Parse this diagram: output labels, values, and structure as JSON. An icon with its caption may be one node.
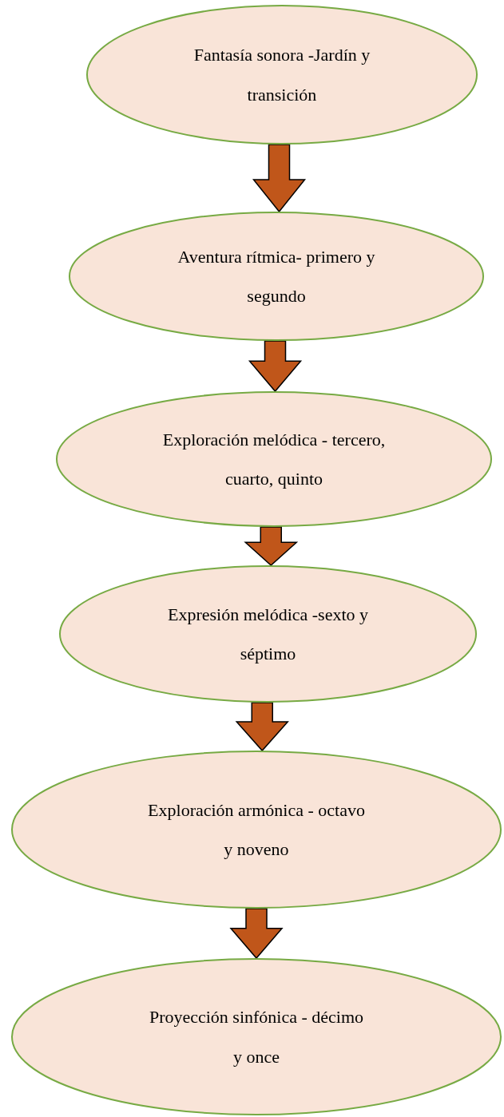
{
  "diagram": {
    "nodes": [
      {
        "text": [
          "Fantasía sonora -Jardín y transición"
        ]
      },
      {
        "text": [
          "Aventura rítmica- primero y segundo"
        ]
      },
      {
        "text": [
          "Exploración melódica - tercero, cuarto, quinto"
        ]
      },
      {
        "text": [
          "Expresión melódica -sexto y séptimo"
        ]
      },
      {
        "text": [
          "Exploración armónica - octavo y noveno"
        ]
      },
      {
        "text": [
          "Proyección sinfónica - décimo y once"
        ]
      }
    ],
    "edges": [
      {
        "from": 0,
        "to": 1,
        "arrow": "to"
      },
      {
        "from": 1,
        "to": 2,
        "arrow": "to"
      },
      {
        "from": 2,
        "to": 3,
        "arrow": "to"
      },
      {
        "from": 3,
        "to": 4,
        "arrow": "to"
      },
      {
        "from": 4,
        "to": 5,
        "arrow": "to"
      }
    ]
  }
}
